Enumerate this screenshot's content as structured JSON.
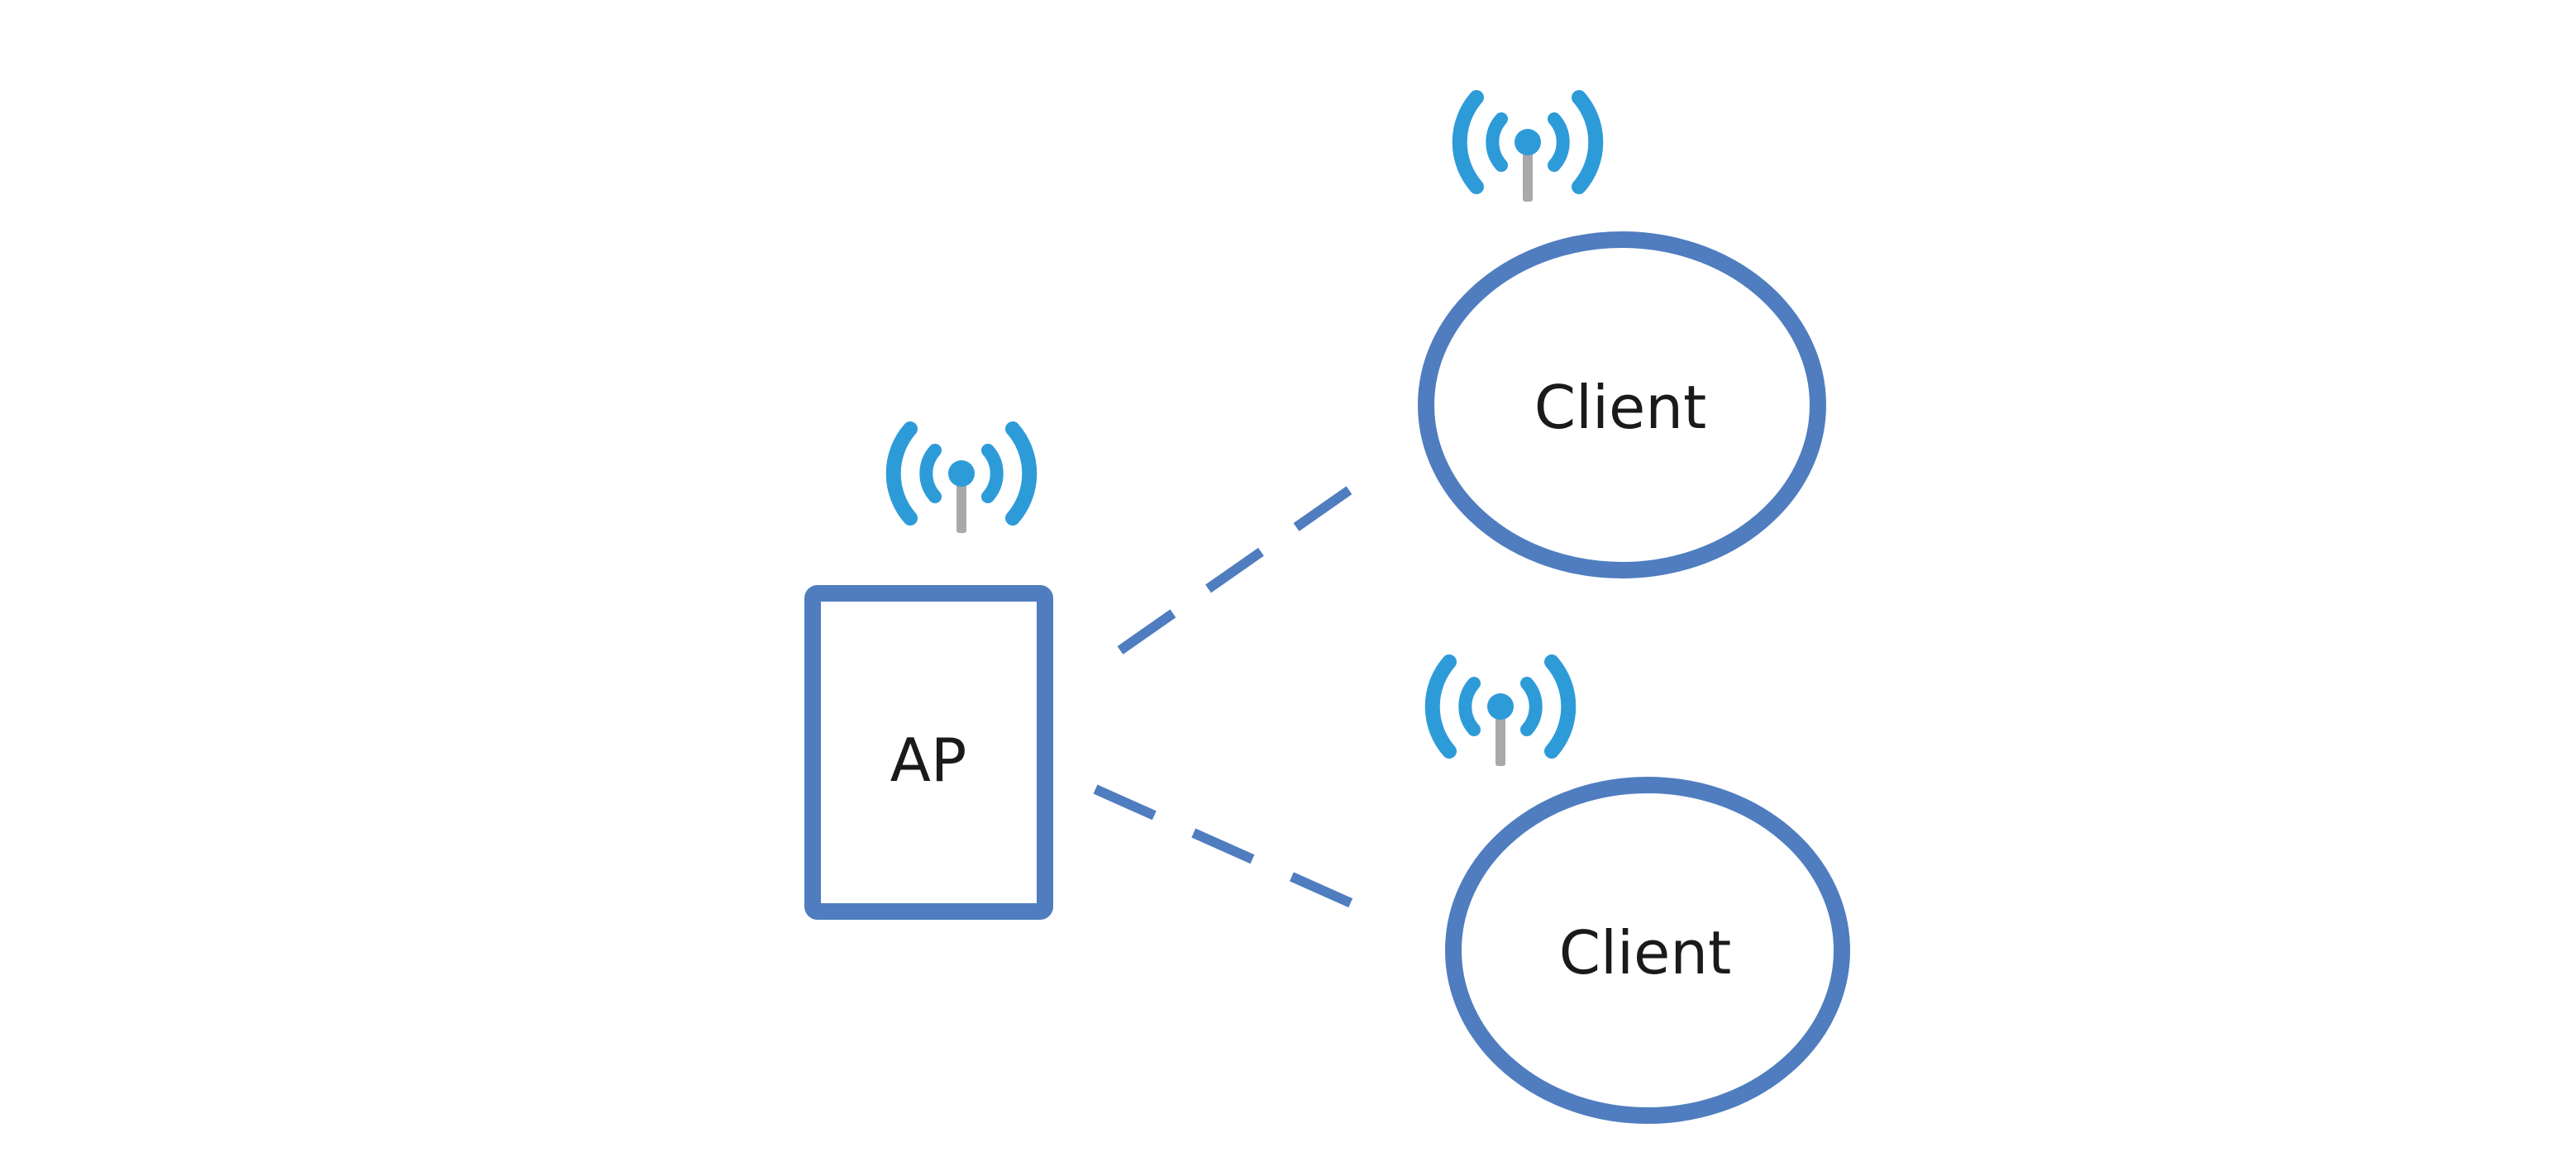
{
  "colors": {
    "shape_stroke": "#4F7DBF",
    "link_stroke": "#4F7DBF",
    "antenna_dot": "#2E9BD9",
    "antenna_waves": "#2E9BD9",
    "antenna_mast": "#A9A9A9",
    "label_text": "#1a1a1a",
    "background": "#FFFFFF"
  },
  "nodes": {
    "ap": {
      "label": "AP",
      "shape": "rectangle",
      "icon": "wifi-antenna-icon"
    },
    "client_top": {
      "label": "Client",
      "shape": "ellipse",
      "icon": "wifi-antenna-icon"
    },
    "client_bottom": {
      "label": "Client",
      "shape": "ellipse",
      "icon": "wifi-antenna-icon"
    }
  },
  "links": [
    {
      "from": "ap",
      "to": "client_top",
      "style": "dashed"
    },
    {
      "from": "ap",
      "to": "client_bottom",
      "style": "dashed"
    }
  ]
}
